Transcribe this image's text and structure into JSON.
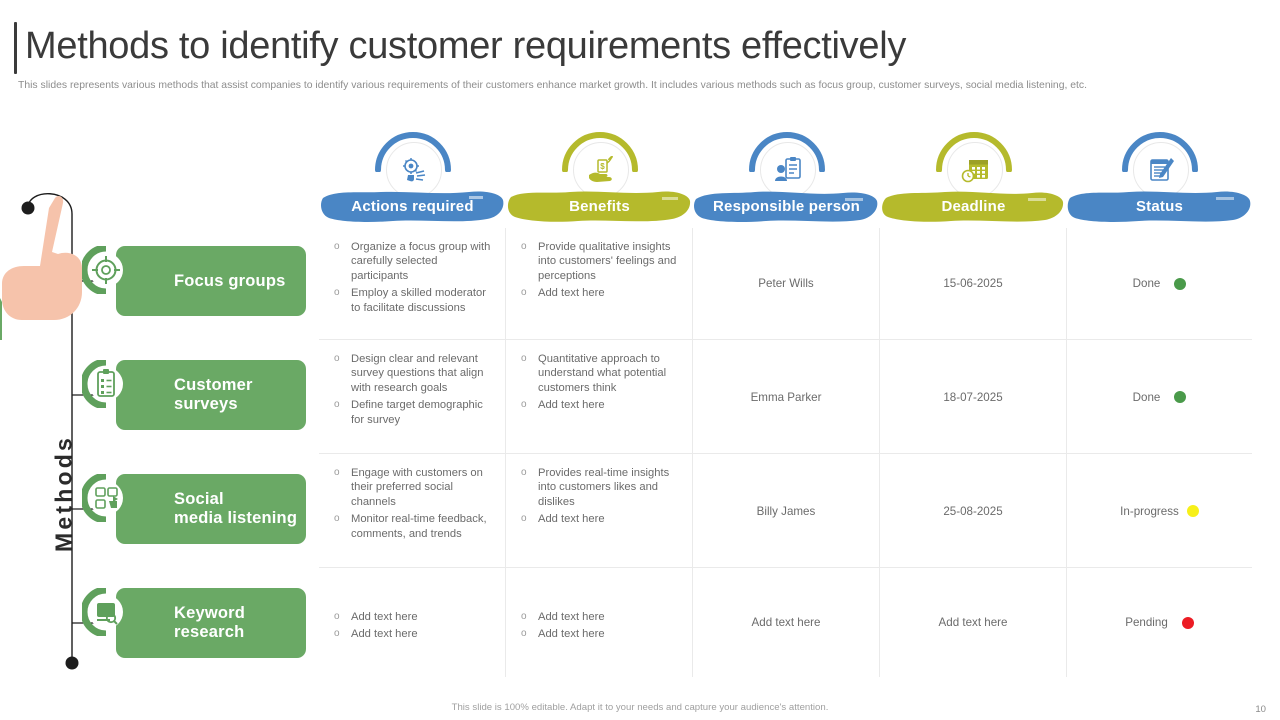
{
  "slide": {
    "title": "Methods to identify customer requirements effectively",
    "subtitle": "This slides represents various methods that assist companies to identify various requirements of their customers enhance market growth. It includes various methods such as focus group, customer surveys, social media listening, etc.",
    "footer_note": "This slide is 100% editable.  Adapt it to your needs and capture your audience's attention.",
    "page_number": "10",
    "accent_colors": {
      "green": "#6aa965",
      "blue": "#4a86c5",
      "olive": "#b5ba2c",
      "status_done": "#4a9a4a",
      "status_in_progress": "#f7f019",
      "status_pending": "#ec1c24",
      "title": "#3a3a3a",
      "body_text": "#6b6b6b",
      "grid_line": "#eaeaea"
    }
  },
  "rail": {
    "label": "Methods",
    "icon": "pointing-hand-icon"
  },
  "methods": [
    {
      "label": "Focus groups",
      "icon": "target-crosshair-icon"
    },
    {
      "label": "Customer surveys",
      "icon": "survey-clipboard-icon"
    },
    {
      "label": "Social\nmedia listening",
      "icon": "social-share-icon"
    },
    {
      "label": "Keyword research",
      "icon": "keyword-search-icon"
    }
  ],
  "columns": [
    {
      "label": "Actions required",
      "icon": "idea-bulb-gear-icon",
      "color": "#4a86c5"
    },
    {
      "label": "Benefits",
      "icon": "hand-money-plant-icon",
      "color": "#b5ba2c"
    },
    {
      "label": "Responsible person",
      "icon": "person-clipboard-icon",
      "color": "#4a86c5"
    },
    {
      "label": "Deadline",
      "icon": "calendar-clock-icon",
      "color": "#b5ba2c"
    },
    {
      "label": "Status",
      "icon": "notes-pen-icon",
      "color": "#4a86c5"
    }
  ],
  "rows": [
    {
      "actions": [
        "Organize a focus group with carefully selected participants",
        "Employ a skilled moderator to facilitate discussions"
      ],
      "benefits": [
        "Provide qualitative insights into customers' feelings and perceptions",
        "Add text here"
      ],
      "person": "Peter Wills",
      "deadline": "15-06-2025",
      "status": "Done",
      "status_color": "#4a9a4a"
    },
    {
      "actions": [
        "Design clear and relevant survey questions that align with research goals",
        "Define target demographic for survey"
      ],
      "benefits": [
        "Quantitative approach to understand what potential customers think",
        "Add text here"
      ],
      "person": "Emma Parker",
      "deadline": "18-07-2025",
      "status": "Done",
      "status_color": "#4a9a4a"
    },
    {
      "actions": [
        "Engage with customers on their preferred social channels",
        "Monitor real-time feedback, comments, and trends"
      ],
      "benefits": [
        "Provides real-time insights into customers likes and dislikes",
        "Add text here"
      ],
      "person": "Billy James",
      "deadline": "25-08-2025",
      "status": "In-progress",
      "status_color": "#f7f019"
    },
    {
      "actions": [
        "Add text here",
        "Add text here"
      ],
      "benefits": [
        "Add text here",
        "Add text here"
      ],
      "person": "Add text here",
      "deadline": "Add text here",
      "status": "Pending",
      "status_color": "#ec1c24"
    }
  ]
}
